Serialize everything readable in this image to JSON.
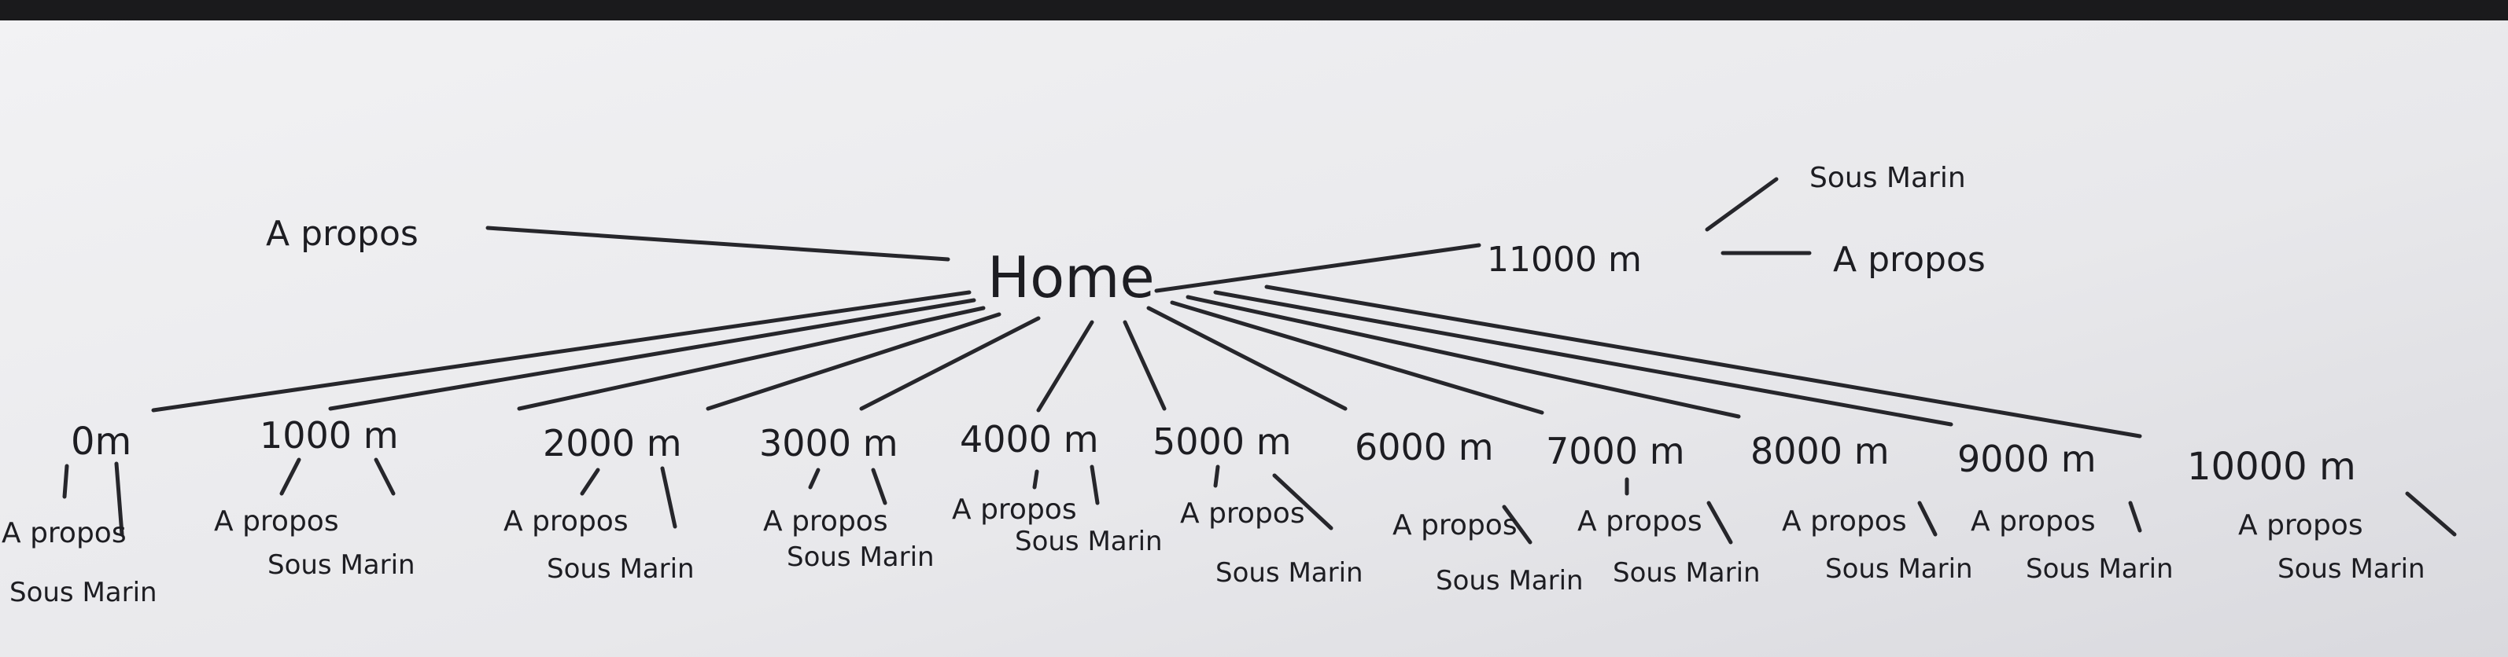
{
  "colors": {
    "paper": "#e9e9ec",
    "ink": "#1d1d22",
    "top_band": "#1a1a1c"
  },
  "root": {
    "label": "Home"
  },
  "about_top": {
    "label": "A propos"
  },
  "depths": [
    {
      "label": "0m",
      "about": "A propos",
      "sub": "Sous Marin"
    },
    {
      "label": "1000 m",
      "about": "A propos",
      "sub": "Sous Marin"
    },
    {
      "label": "2000 m",
      "about": "A propos",
      "sub": "Sous Marin"
    },
    {
      "label": "3000 m",
      "about": "A propos",
      "sub": "Sous Marin"
    },
    {
      "label": "4000 m",
      "about": "A propos",
      "sub": "Sous Marin"
    },
    {
      "label": "5000 m",
      "about": "A propos",
      "sub": "Sous Marin"
    },
    {
      "label": "6000 m",
      "about": "A propos",
      "sub": "Sous Marin"
    },
    {
      "label": "7000 m",
      "about": "A propos",
      "sub": "Sous Marin"
    },
    {
      "label": "8000 m",
      "about": "A propos",
      "sub": "Sous Marin"
    },
    {
      "label": "9000 m",
      "about": "A propos",
      "sub": "Sous Marin"
    },
    {
      "label": "10000 m",
      "about": "A propos",
      "sub": "Sous Marin"
    }
  ],
  "deep": {
    "label": "11000 m",
    "sub": "Sous Marin",
    "about": "A propos"
  }
}
